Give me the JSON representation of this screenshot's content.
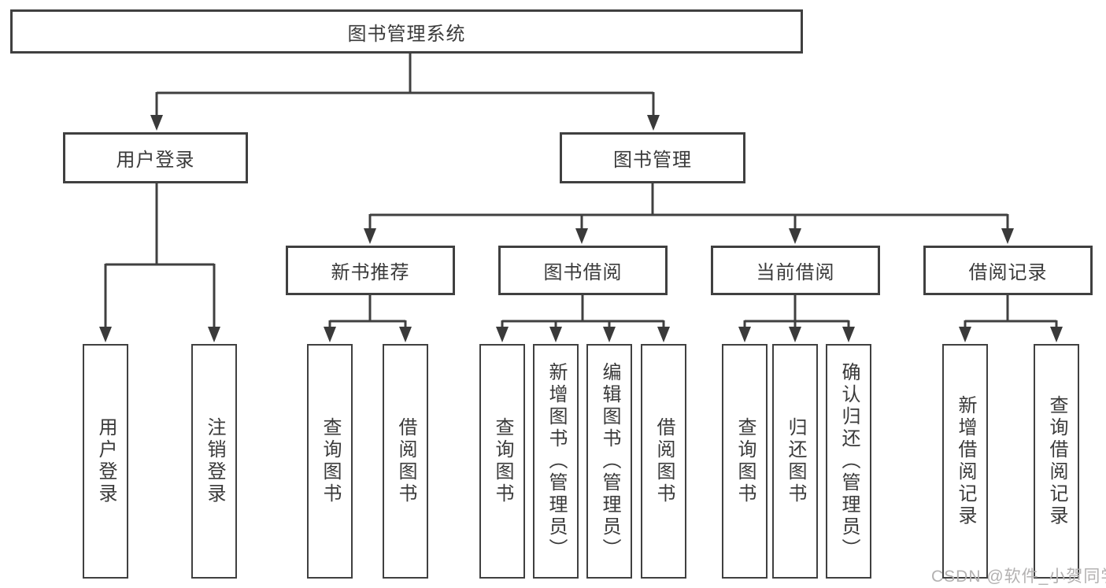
{
  "tree": {
    "root": {
      "label": "图书管理系统",
      "children": [
        {
          "label": "用户登录",
          "children": [
            {
              "label": "用户登录"
            },
            {
              "label": "注销登录"
            }
          ]
        },
        {
          "label": "图书管理",
          "children": [
            {
              "label": "新书推荐",
              "children": [
                {
                  "label": "查询图书"
                },
                {
                  "label": "借阅图书"
                }
              ]
            },
            {
              "label": "图书借阅",
              "children": [
                {
                  "label": "查询图书"
                },
                {
                  "label": "新增图书（管理员）"
                },
                {
                  "label": "编辑图书（管理员）"
                },
                {
                  "label": "借阅图书"
                }
              ]
            },
            {
              "label": "当前借阅",
              "children": [
                {
                  "label": "查询图书"
                },
                {
                  "label": "归还图书"
                },
                {
                  "label": "确认归还（管理员）"
                }
              ]
            },
            {
              "label": "借阅记录",
              "children": [
                {
                  "label": "新增借阅记录"
                },
                {
                  "label": "查询借阅记录"
                }
              ]
            }
          ]
        }
      ]
    }
  },
  "watermark": "CSDN @软件_小贺同学",
  "colors": {
    "line": "#404040",
    "arrow": "#3a3a3a",
    "text": "#3a3a3a",
    "watermark": "#b3b1b1",
    "background": "#ffffff"
  }
}
